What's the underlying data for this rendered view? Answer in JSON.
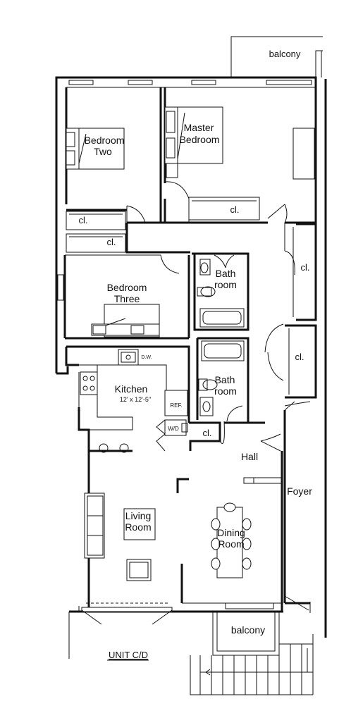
{
  "plan": {
    "unit_title": "UNIT C/D",
    "rooms": {
      "balcony_top": "balcony",
      "bedroom_two_line1": "Bedroom",
      "bedroom_two_line2": "Two",
      "master_line1": "Master",
      "master_line2": "Bedroom",
      "closet_master": "cl.",
      "closet_left_1": "cl.",
      "closet_left_2": "cl.",
      "closet_right_1": "cl.",
      "closet_right_2": "cl.",
      "closet_laundry": "cl.",
      "bath_upper_line1": "Bath",
      "bath_upper_line2": "room",
      "bedroom_three_line1": "Bedroom",
      "bedroom_three_line2": "Three",
      "bath_lower_line1": "Bath",
      "bath_lower_line2": "room",
      "dishwasher": "D.W.",
      "kitchen": "Kitchen",
      "kitchen_size": "12' x 12'-5\"",
      "refrigerator": "REF.",
      "washer_dryer": "W/D",
      "hall": "Hall",
      "foyer": "Foyer",
      "living_line1": "Living",
      "living_line2": "Room",
      "dining_line1": "Dining",
      "dining_line2": "Room",
      "balcony_bottom": "balcony"
    }
  }
}
